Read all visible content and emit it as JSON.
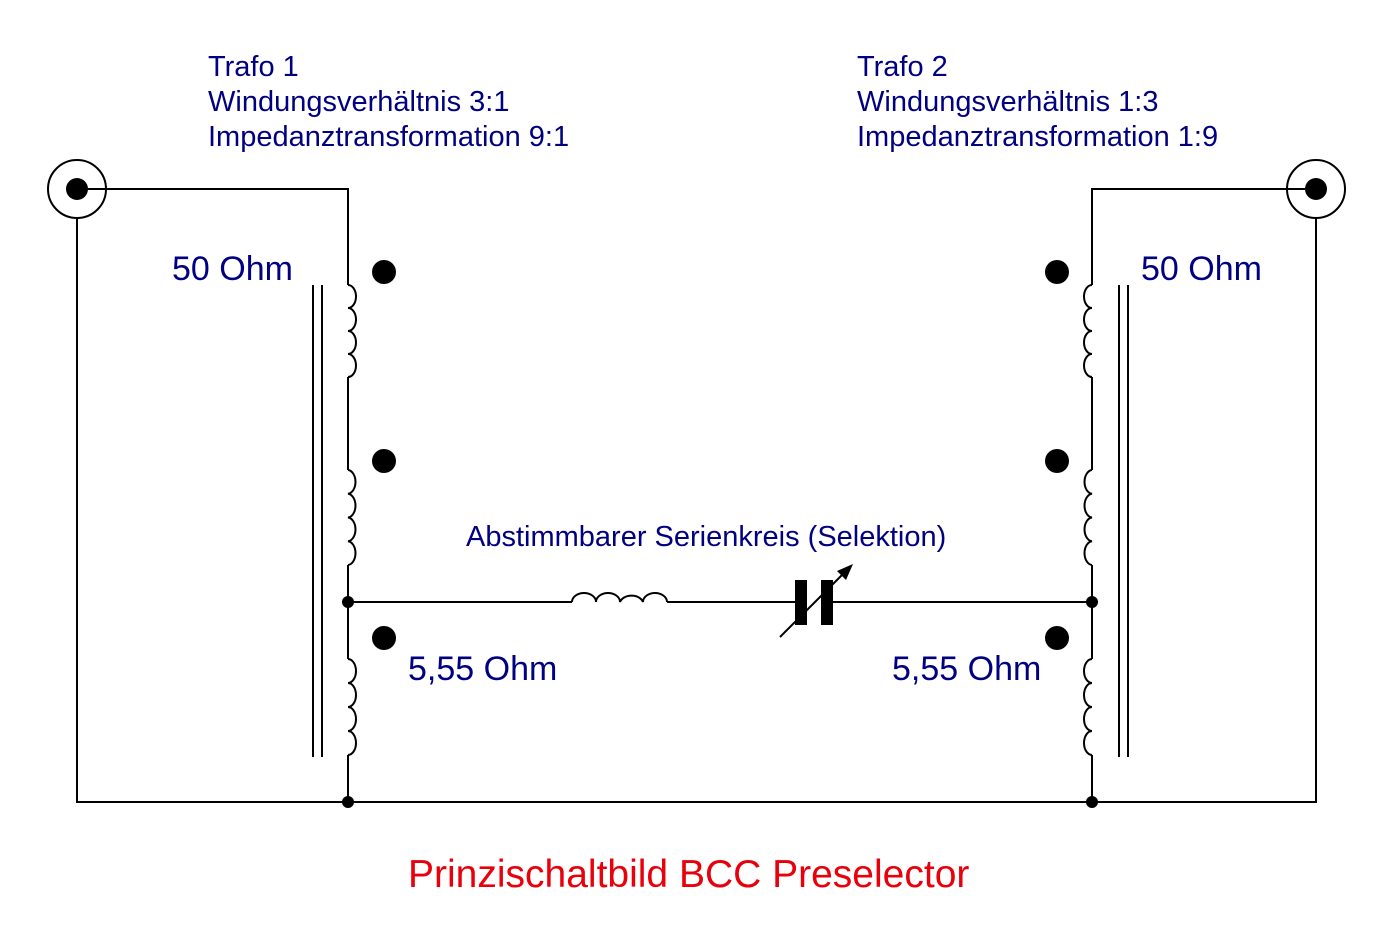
{
  "trafo1": {
    "name": "Trafo 1",
    "ratio": "Windungsverhältnis 3:1",
    "impedance": "Impedanztransformation 9:1"
  },
  "trafo2": {
    "name": "Trafo 2",
    "ratio": "Windungsverhältnis 1:3",
    "impedance": "Impedanztransformation 1:9"
  },
  "labels": {
    "left_primary": "50 Ohm",
    "right_primary": "50 Ohm",
    "left_secondary": "5,55 Ohm",
    "right_secondary": "5,55 Ohm",
    "series_circuit": "Abstimmbarer Serienkreis (Selektion)"
  },
  "title": "Prinzischaltbild BCC Preselector",
  "colors": {
    "text": "#000080",
    "title": "#e8000b",
    "lines": "#000000"
  }
}
